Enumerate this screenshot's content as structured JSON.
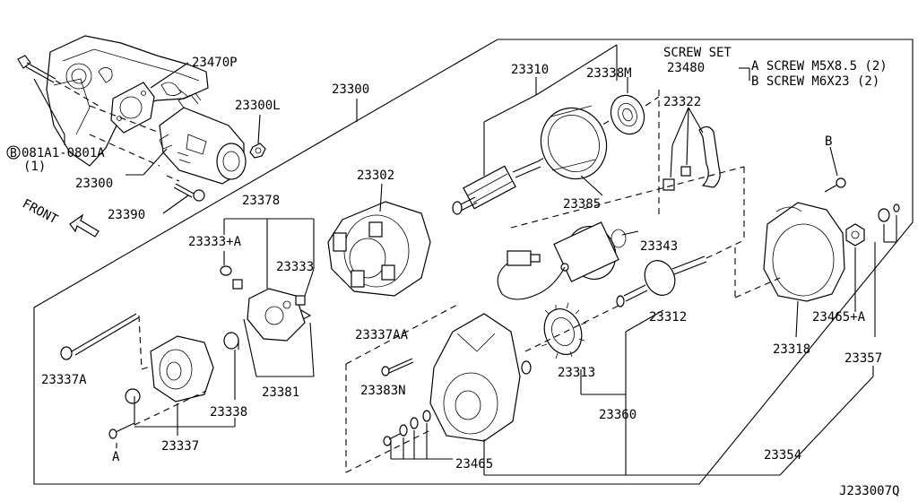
{
  "diagram": {
    "screw_set": {
      "title": "SCREW SET",
      "part": "23480",
      "line_a": "A SCREW M5X8.5 (2)",
      "line_b": "B SCREW M6X23 (2)"
    },
    "front": "FRONT",
    "ref_a": "A",
    "ref_b": "B",
    "bolt_code": "081A1-0801A",
    "bolt_code_prefix": "B",
    "bolt_qty": "(1)",
    "drawing_no": "J233007Q",
    "labels": {
      "p23470P": "23470P",
      "p23300_top": "23300",
      "p23300L": "23300L",
      "p23300_left": "23300",
      "p23390": "23390",
      "p23310": "23310",
      "p23338M": "23338M",
      "p23322": "23322",
      "p23385": "23385",
      "p23302": "23302",
      "p23378": "23378",
      "p23333A": "23333+A",
      "p23333": "23333",
      "p23343": "23343",
      "p23312": "23312",
      "p23318": "23318",
      "p23465A": "23465+A",
      "p23357": "23357",
      "p23337AA": "23337AA",
      "p23383N": "23383N",
      "p23313": "23313",
      "p23360": "23360",
      "p23337A": "23337A",
      "p23338": "23338",
      "p23381": "23381",
      "p23337": "23337",
      "p23465": "23465",
      "p23354": "23354"
    }
  }
}
